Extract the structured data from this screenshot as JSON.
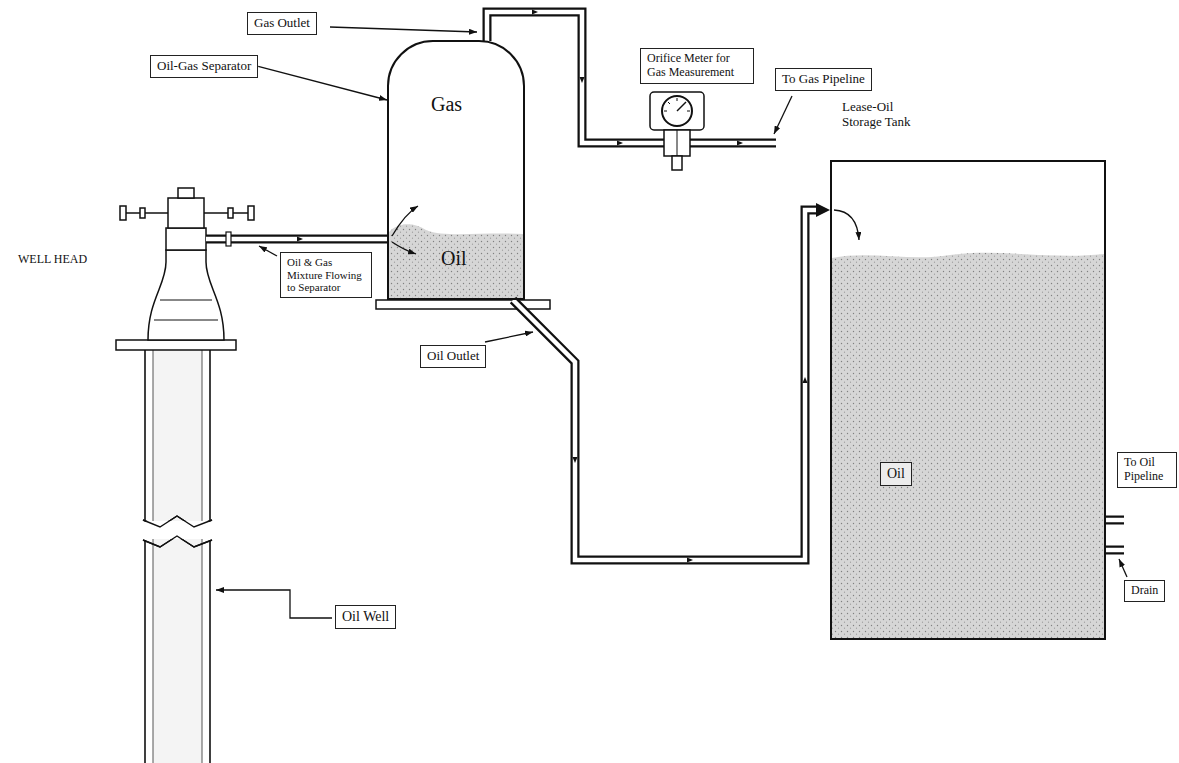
{
  "diagram": {
    "nodes": [
      {
        "text": [
          "Gas Outlet"
        ]
      },
      {
        "text": [
          "Oil-Gas Separator"
        ]
      },
      {
        "text": [
          "Gas",
          "Oil"
        ]
      },
      {
        "text": [
          "Oil & Gas Mixture Flowing to Separator"
        ]
      },
      {
        "text": [
          "Orifice Meter for Gas Measurement"
        ]
      },
      {
        "text": [
          "To Gas Pipeline"
        ]
      },
      {
        "text": [
          "Lease-Oil Storage Tank"
        ]
      },
      {
        "text": [
          "Oil"
        ],
        "in": 6
      },
      {
        "text": [
          "To Oil Pipeline"
        ]
      },
      {
        "text": [
          "Oil Outlet"
        ]
      },
      {
        "text": [
          "Drain"
        ]
      },
      {
        "text": [
          "Oil Well"
        ]
      }
    ],
    "edges": [
      {
        "from": 1,
        "to": 2,
        "arrow": "to"
      },
      {
        "from": 2,
        "to": 6,
        "arrow": "to"
      }
    ],
    "labels": [
      "WELL HEAD"
    ]
  }
}
